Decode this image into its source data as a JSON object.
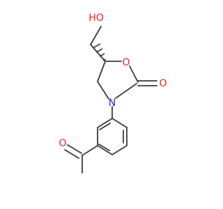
{
  "colors": {
    "bond": "#3a3a3a",
    "oxygen": "#e8261a",
    "nitrogen": "#2424e0"
  },
  "atoms": {
    "hydroxyl_o": "HO",
    "ring_o": "O",
    "carbonyl_o_ring": "O",
    "ring_n": "N",
    "ketone_o": "O"
  }
}
